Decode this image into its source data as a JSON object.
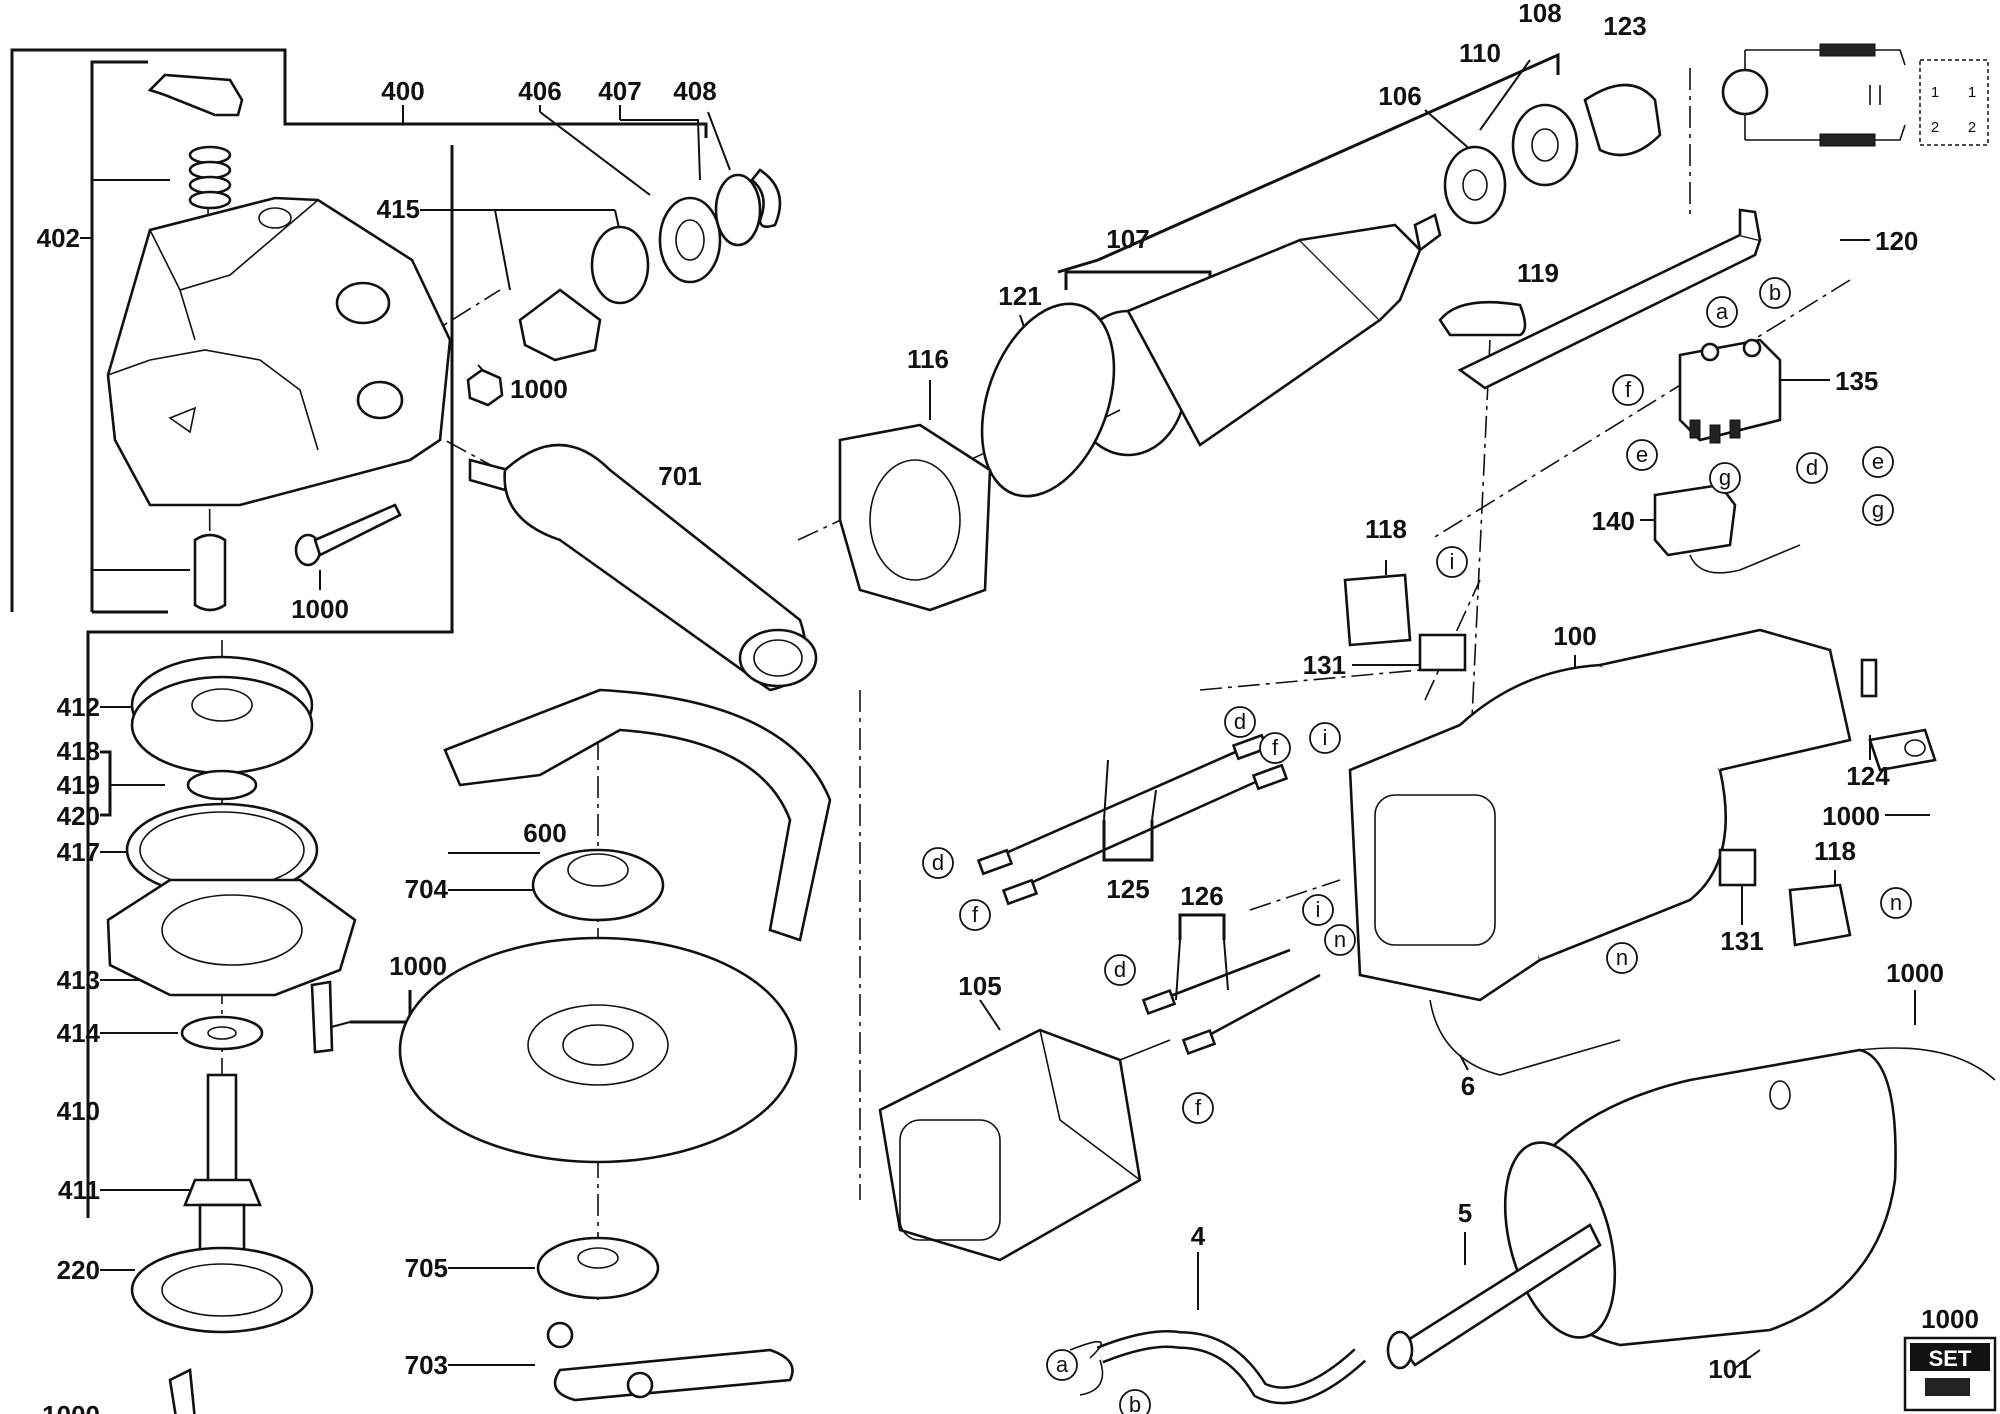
{
  "diagram": {
    "callouts": [
      {
        "id": "c400",
        "text": "400"
      },
      {
        "id": "c406",
        "text": "406"
      },
      {
        "id": "c407",
        "text": "407"
      },
      {
        "id": "c408",
        "text": "408"
      },
      {
        "id": "c402",
        "text": "402"
      },
      {
        "id": "c415",
        "text": "415"
      },
      {
        "id": "c1000a",
        "text": "1000"
      },
      {
        "id": "c1000b",
        "text": "1000"
      },
      {
        "id": "c701",
        "text": "701"
      },
      {
        "id": "c106",
        "text": "106"
      },
      {
        "id": "c110",
        "text": "110"
      },
      {
        "id": "c108",
        "text": "108"
      },
      {
        "id": "c123",
        "text": "123"
      },
      {
        "id": "c107",
        "text": "107"
      },
      {
        "id": "c121",
        "text": "121"
      },
      {
        "id": "c116",
        "text": "116"
      },
      {
        "id": "c119",
        "text": "119"
      },
      {
        "id": "c120",
        "text": "120"
      },
      {
        "id": "c135",
        "text": "135"
      },
      {
        "id": "c140",
        "text": "140"
      },
      {
        "id": "c118a",
        "text": "118"
      },
      {
        "id": "c131a",
        "text": "131"
      },
      {
        "id": "c100",
        "text": "100"
      },
      {
        "id": "c124",
        "text": "124"
      },
      {
        "id": "c1000c",
        "text": "1000"
      },
      {
        "id": "c118b",
        "text": "118"
      },
      {
        "id": "c131b",
        "text": "131"
      },
      {
        "id": "c412",
        "text": "412"
      },
      {
        "id": "c418",
        "text": "418"
      },
      {
        "id": "c419",
        "text": "419"
      },
      {
        "id": "c420",
        "text": "420"
      },
      {
        "id": "c417",
        "text": "417"
      },
      {
        "id": "c413",
        "text": "413"
      },
      {
        "id": "c414",
        "text": "414"
      },
      {
        "id": "c410",
        "text": "410"
      },
      {
        "id": "c411",
        "text": "411"
      },
      {
        "id": "c220",
        "text": "220"
      },
      {
        "id": "c1000d",
        "text": "1000"
      },
      {
        "id": "c1000e",
        "text": "1000"
      },
      {
        "id": "c600",
        "text": "600"
      },
      {
        "id": "c704",
        "text": "704"
      },
      {
        "id": "c705",
        "text": "705"
      },
      {
        "id": "c703",
        "text": "703"
      },
      {
        "id": "c125",
        "text": "125"
      },
      {
        "id": "c126",
        "text": "126"
      },
      {
        "id": "c105",
        "text": "105"
      },
      {
        "id": "c6",
        "text": "6"
      },
      {
        "id": "c4",
        "text": "4"
      },
      {
        "id": "c5",
        "text": "5"
      },
      {
        "id": "c101",
        "text": "101"
      },
      {
        "id": "c1000f",
        "text": "1000"
      },
      {
        "id": "c1000g",
        "text": "1000"
      }
    ],
    "wire_tags": [
      {
        "id": "t-a1",
        "text": "a"
      },
      {
        "id": "t-b1",
        "text": "b"
      },
      {
        "id": "t-f1",
        "text": "f"
      },
      {
        "id": "t-e1",
        "text": "e"
      },
      {
        "id": "t-g1",
        "text": "g"
      },
      {
        "id": "t-d1",
        "text": "d"
      },
      {
        "id": "t-e2",
        "text": "e"
      },
      {
        "id": "t-g2",
        "text": "g"
      },
      {
        "id": "t-i1",
        "text": "i"
      },
      {
        "id": "t-i2",
        "text": "i"
      },
      {
        "id": "t-d2",
        "text": "d"
      },
      {
        "id": "t-f2",
        "text": "f"
      },
      {
        "id": "t-d3",
        "text": "d"
      },
      {
        "id": "t-f3",
        "text": "f"
      },
      {
        "id": "t-i3",
        "text": "i"
      },
      {
        "id": "t-n1",
        "text": "n"
      },
      {
        "id": "t-d4",
        "text": "d"
      },
      {
        "id": "t-f4",
        "text": "f"
      },
      {
        "id": "t-n2",
        "text": "n"
      },
      {
        "id": "t-n3",
        "text": "n"
      },
      {
        "id": "t-a2",
        "text": "a"
      },
      {
        "id": "t-b2",
        "text": "b"
      }
    ],
    "switch_numbers": [
      "1",
      "1",
      "2",
      "2"
    ],
    "set_label": "SET"
  }
}
